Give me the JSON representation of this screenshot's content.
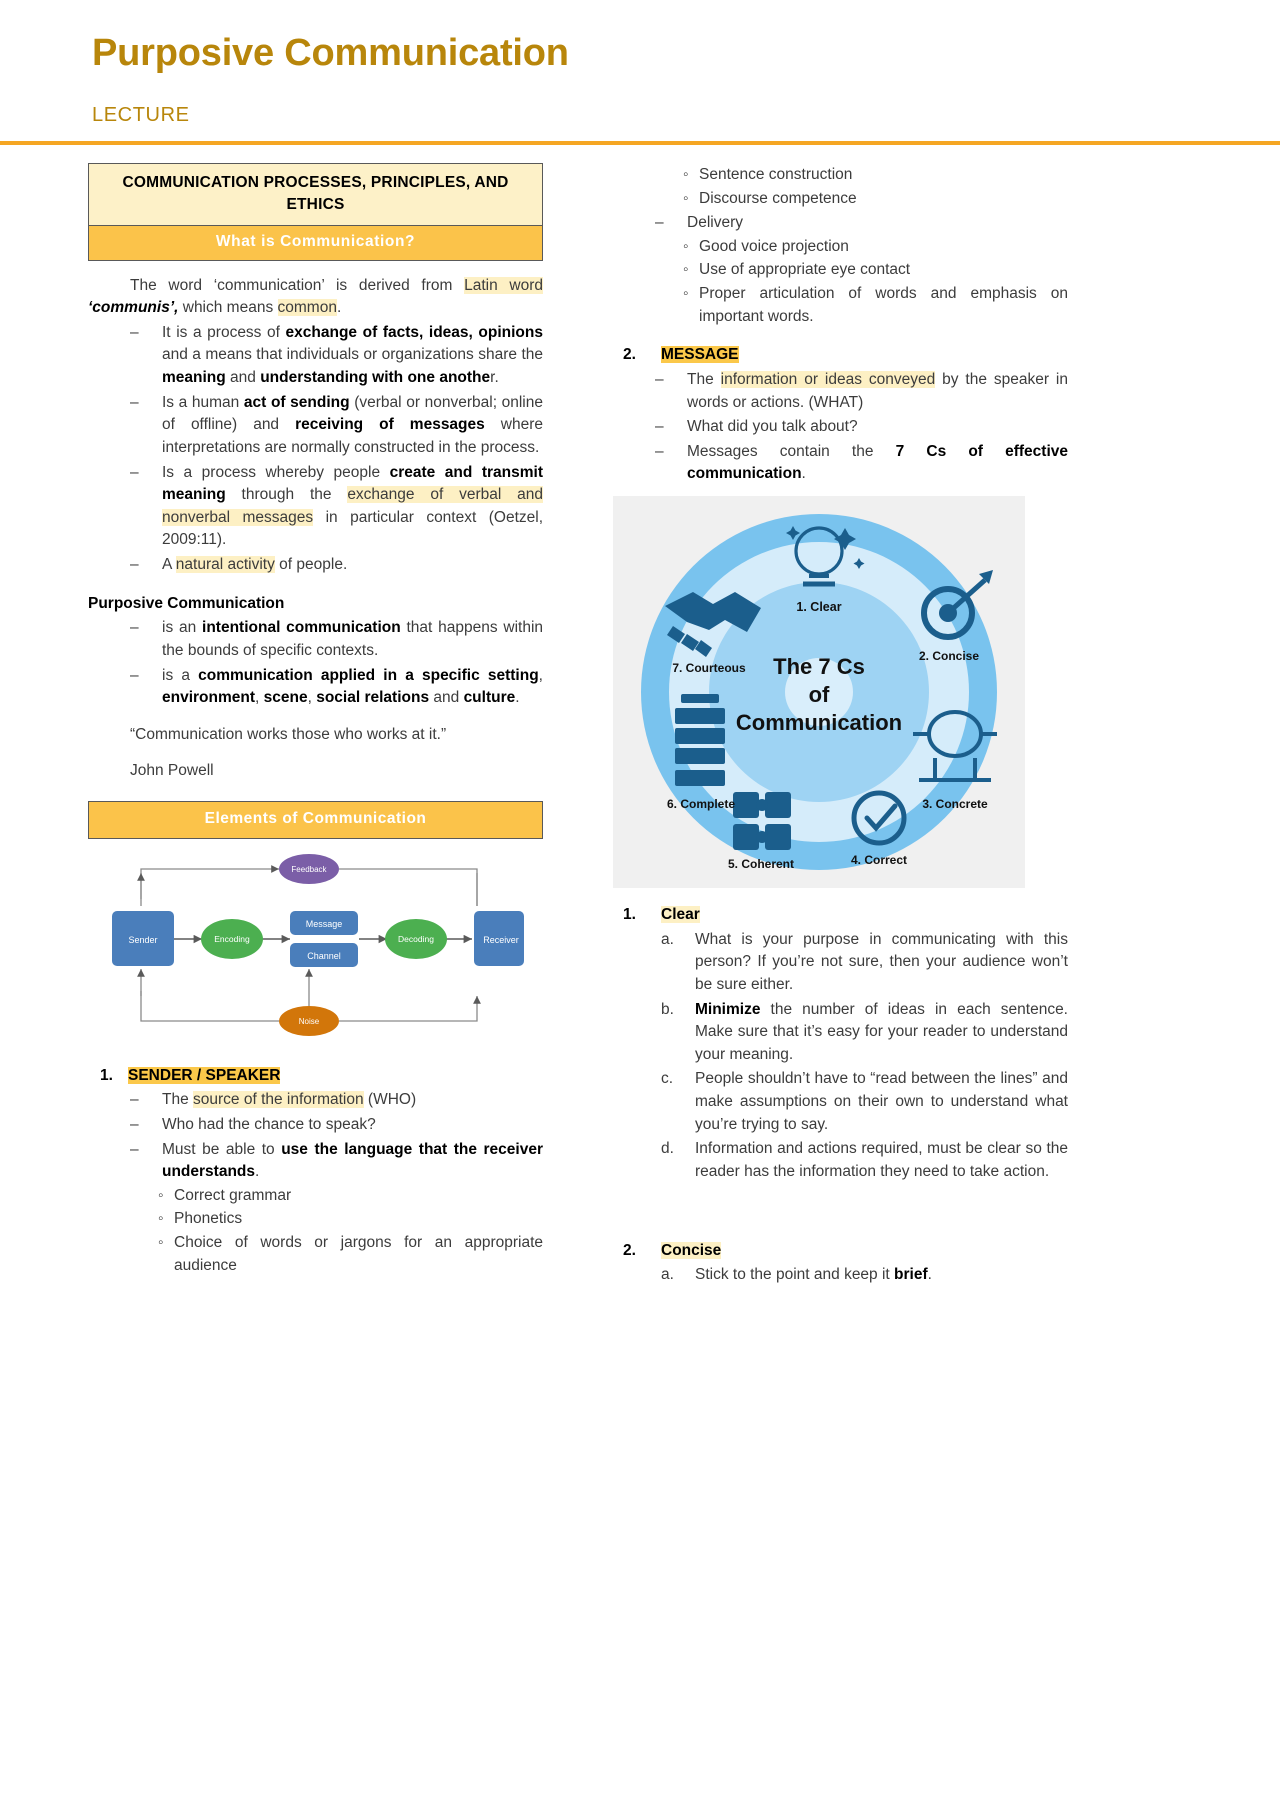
{
  "header": {
    "title": "Purposive Communication",
    "subtitle": "LECTURE",
    "accent_color": "#b8860b",
    "rule_color": "#f5a623"
  },
  "left_column": {
    "title_box": "COMMUNICATION PROCESSES, PRINCIPLES, AND ETHICS",
    "sub_banner": "What is Communication?",
    "intro_paragraph": {
      "lead": "The word ‘communication’ is derived from ",
      "highlight1": "Latin word",
      "bold1": " ‘communis’,",
      "mid": " which means ",
      "highlight2": "common",
      "tail": "."
    },
    "definition_bullets": [
      {
        "parts": [
          {
            "t": "It is a process of ",
            "s": "plain"
          },
          {
            "t": "exchange of facts, ideas, opinions",
            "s": "bold"
          },
          {
            "t": " and a means that individuals or organizations share the ",
            "s": "plain"
          },
          {
            "t": "meaning",
            "s": "bold"
          },
          {
            "t": " and ",
            "s": "plain"
          },
          {
            "t": "understanding with one anothe",
            "s": "bold"
          },
          {
            "t": "r.",
            "s": "plain"
          }
        ]
      },
      {
        "parts": [
          {
            "t": "Is a human ",
            "s": "plain"
          },
          {
            "t": "act of sending",
            "s": "bold"
          },
          {
            "t": " (verbal or nonverbal; online of offline) and ",
            "s": "plain"
          },
          {
            "t": "receiving of messages",
            "s": "bold"
          },
          {
            "t": " where interpretations are normally constructed in the process.",
            "s": "plain"
          }
        ]
      },
      {
        "parts": [
          {
            "t": "Is a process whereby people ",
            "s": "plain"
          },
          {
            "t": "create and transmit meaning",
            "s": "bold"
          },
          {
            "t": " through the ",
            "s": "plain"
          },
          {
            "t": "exchange of verbal and nonverbal messages",
            "s": "hl"
          },
          {
            "t": " in particular context (Oetzel, 2009:11).",
            "s": "plain"
          }
        ]
      },
      {
        "parts": [
          {
            "t": "A ",
            "s": "plain"
          },
          {
            "t": "natural activity",
            "s": "hl"
          },
          {
            "t": " of people.",
            "s": "plain"
          }
        ]
      }
    ],
    "purposive_heading": "Purposive Communication",
    "purposive_bullets": [
      {
        "parts": [
          {
            "t": "is an ",
            "s": "plain"
          },
          {
            "t": "intentional communication",
            "s": "bold"
          },
          {
            "t": " that happens within the bounds of specific contexts.",
            "s": "plain"
          }
        ]
      },
      {
        "parts": [
          {
            "t": "is a ",
            "s": "plain"
          },
          {
            "t": "communication applied in a specific setting",
            "s": "bold"
          },
          {
            "t": ", ",
            "s": "plain"
          },
          {
            "t": "environment",
            "s": "bold"
          },
          {
            "t": ", ",
            "s": "plain"
          },
          {
            "t": "scene",
            "s": "bold"
          },
          {
            "t": ", ",
            "s": "plain"
          },
          {
            "t": "social relations",
            "s": "bold"
          },
          {
            "t": " and ",
            "s": "plain"
          },
          {
            "t": "culture",
            "s": "bold"
          },
          {
            "t": ".",
            "s": "plain"
          }
        ]
      }
    ],
    "quote": "“Communication works those who works at it.”",
    "quote_author": "John Powell",
    "elements_banner": "Elements of Communication",
    "flow_diagram": {
      "nodes": [
        {
          "label": "Sender",
          "shape": "rect",
          "color": "#4a7ebb"
        },
        {
          "label": "Encoding",
          "shape": "ellipse",
          "color": "#4caf50"
        },
        {
          "label": "Message",
          "shape": "rect",
          "color": "#4a7ebb"
        },
        {
          "label": "Channel",
          "shape": "rect",
          "color": "#4a7ebb"
        },
        {
          "label": "Decoding",
          "shape": "ellipse",
          "color": "#4caf50"
        },
        {
          "label": "Receiver",
          "shape": "rect",
          "color": "#4a7ebb"
        },
        {
          "label": "Feedback",
          "shape": "ellipse",
          "color": "#7b5ea7"
        },
        {
          "label": "Noise",
          "shape": "ellipse",
          "color": "#d2760a"
        }
      ]
    },
    "sender_item": {
      "number": "1.",
      "title": "SENDER / SPEAKER",
      "bullets": [
        {
          "parts": [
            {
              "t": "The ",
              "s": "plain"
            },
            {
              "t": "source of the information",
              "s": "hl"
            },
            {
              "t": " (WHO)",
              "s": "plain"
            }
          ]
        },
        {
          "parts": [
            {
              "t": "Who had the chance to speak?",
              "s": "plain"
            }
          ]
        },
        {
          "parts": [
            {
              "t": "Must be able to ",
              "s": "plain"
            },
            {
              "t": "use the language that the receiver understands",
              "s": "bold"
            },
            {
              "t": ".",
              "s": "plain"
            }
          ]
        }
      ],
      "sub_bullets": [
        "Correct grammar",
        "Phonetics",
        "Choice of words or jargons for an appropriate audience"
      ]
    }
  },
  "right_column": {
    "top_bullets": [
      "Sentence construction",
      "Discourse competence"
    ],
    "delivery_label": "Delivery",
    "delivery_items": [
      "Good voice projection",
      "Use of appropriate eye contact",
      "Proper articulation of words and emphasis on important words."
    ],
    "message_item": {
      "number": "2.",
      "title": "MESSAGE",
      "bullets": [
        {
          "parts": [
            {
              "t": "The ",
              "s": "plain"
            },
            {
              "t": "information or ideas conveyed",
              "s": "hl"
            },
            {
              "t": " by the speaker in words or actions. (WHAT)",
              "s": "plain"
            }
          ]
        },
        {
          "parts": [
            {
              "t": "What did you talk about?",
              "s": "plain"
            }
          ]
        },
        {
          "parts": [
            {
              "t": "Messages contain the ",
              "s": "plain"
            },
            {
              "t": "7 Cs of effective communication",
              "s": "bold"
            },
            {
              "t": ".",
              "s": "plain"
            }
          ]
        }
      ]
    },
    "sevencs_diagram": {
      "center_line1": "The 7 Cs",
      "center_line2": "of",
      "center_line3": "Communication",
      "background": "#f0f0f0",
      "ring_outer_color": "#79c3ee",
      "ring_mid_color": "#d5ecfa",
      "ring_inner_color": "#9ed3f3",
      "ring_core_color": "#d9eefb",
      "icon_color": "#1b5e8c",
      "items": [
        {
          "index": "1.",
          "label": "1. Clear",
          "icon": "crystal-ball-icon"
        },
        {
          "index": "2.",
          "label": "2. Concise",
          "icon": "target-icon"
        },
        {
          "index": "3.",
          "label": "3. Concrete",
          "icon": "cement-mixer-icon"
        },
        {
          "index": "4.",
          "label": "4. Correct",
          "icon": "checkmark-circle-icon"
        },
        {
          "index": "5.",
          "label": "5. Coherent",
          "icon": "puzzle-icon"
        },
        {
          "index": "6.",
          "label": "6. Complete",
          "icon": "battery-icon"
        },
        {
          "index": "7.",
          "label": "7. Courteous",
          "icon": "handshake-icon"
        }
      ]
    },
    "clear_item": {
      "number": "1.",
      "title": "Clear",
      "subitems": [
        {
          "letter": "a.",
          "parts": [
            {
              "t": "What is your purpose in communicating with this person? If you’re not sure, then your audience won’t be sure either.",
              "s": "plain"
            }
          ]
        },
        {
          "letter": "b.",
          "parts": [
            {
              "t": "Minimize",
              "s": "bold"
            },
            {
              "t": " the number of ideas in each sentence. Make sure that it’s easy for your reader to understand your meaning.",
              "s": "plain"
            }
          ]
        },
        {
          "letter": "c.",
          "parts": [
            {
              "t": "People shouldn’t have to “read between the lines” and make assumptions on their own to understand what you’re trying to say.",
              "s": "plain"
            }
          ]
        },
        {
          "letter": "d.",
          "parts": [
            {
              "t": "Information and actions required, must be clear so the reader has the information they need to take action.",
              "s": "plain"
            }
          ]
        }
      ]
    },
    "concise_item": {
      "number": "2.",
      "title": "Concise",
      "subitems": [
        {
          "letter": "a.",
          "parts": [
            {
              "t": "Stick to the point and keep it ",
              "s": "plain"
            },
            {
              "t": "brief",
              "s": "bold"
            },
            {
              "t": ".",
              "s": "plain"
            }
          ]
        }
      ]
    }
  }
}
